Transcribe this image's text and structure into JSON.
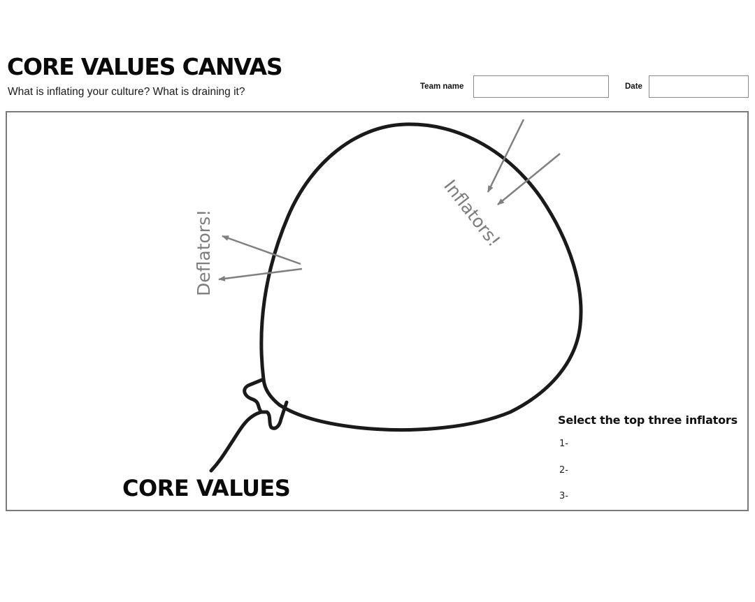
{
  "header": {
    "title": "CORE VALUES CANVAS",
    "subtitle": "What is inflating your culture? What is draining it?"
  },
  "fields": {
    "team_name": {
      "label": "Team name",
      "value": "",
      "placeholder": ""
    },
    "date": {
      "label": "Date",
      "value": "",
      "placeholder": ""
    }
  },
  "canvas": {
    "deflators_label": "Deflators!",
    "inflators_label": "Inflators!",
    "core_values_label": "CORE VALUES",
    "colors": {
      "balloon_outline": "#1a1a1a",
      "arrow": "#808080",
      "border": "#7a7a7a",
      "annotation_text": "#7d7d7d"
    }
  },
  "top_three": {
    "heading": "Select the top three inflators",
    "items": [
      {
        "label": "1-"
      },
      {
        "label": "2-"
      },
      {
        "label": "3-"
      }
    ]
  }
}
